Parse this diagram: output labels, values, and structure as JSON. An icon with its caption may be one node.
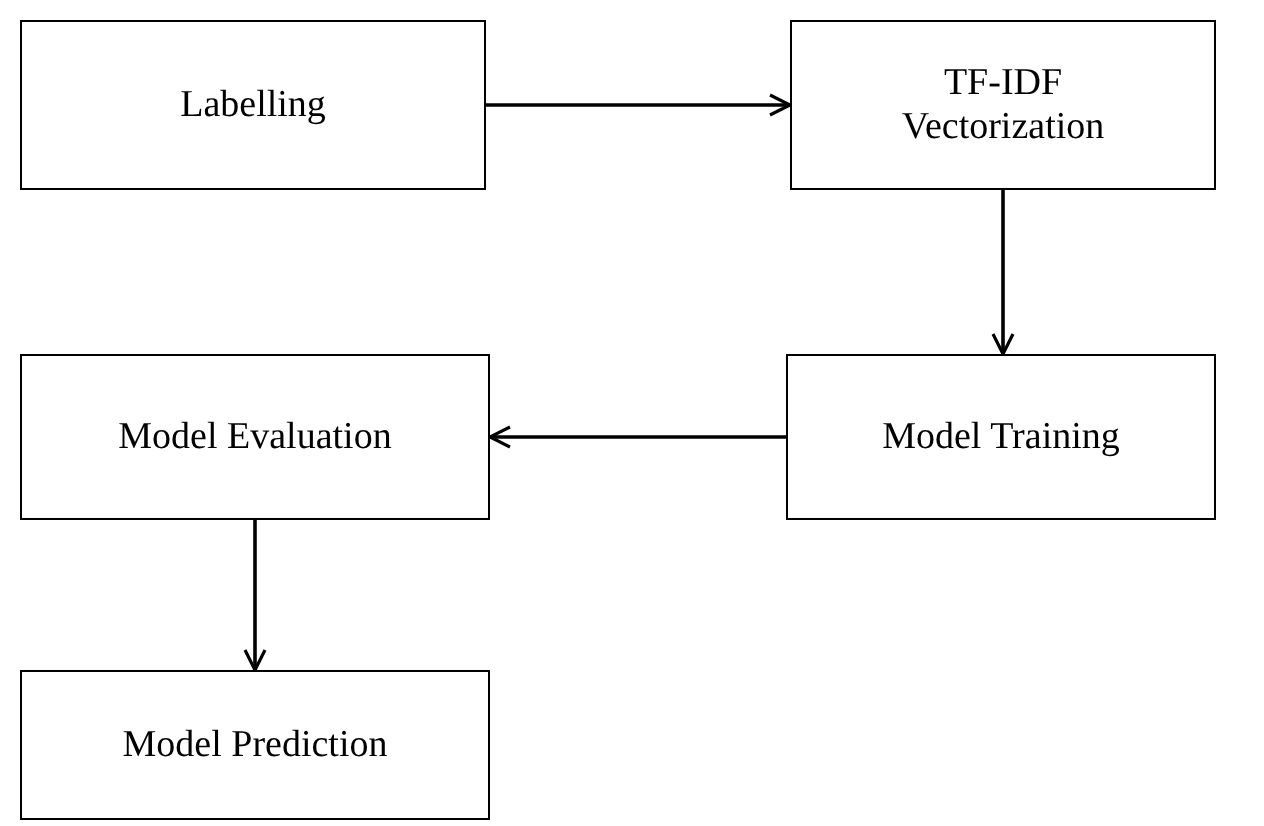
{
  "diagram": {
    "nodes": [
      {
        "text": [
          "Labelling"
        ]
      },
      {
        "text": [
          "TF-IDF Vectorization"
        ]
      },
      {
        "text": [
          "Model Training"
        ]
      },
      {
        "text": [
          "Model Evaluation"
        ]
      },
      {
        "text": [
          "Model Prediction"
        ]
      }
    ],
    "edges": [
      {
        "from": 0,
        "to": 1,
        "arrow": "to"
      },
      {
        "from": 1,
        "to": 2,
        "arrow": "to"
      },
      {
        "from": 2,
        "to": 3,
        "arrow": "to"
      },
      {
        "from": 3,
        "to": 4,
        "arrow": "to"
      }
    ]
  }
}
